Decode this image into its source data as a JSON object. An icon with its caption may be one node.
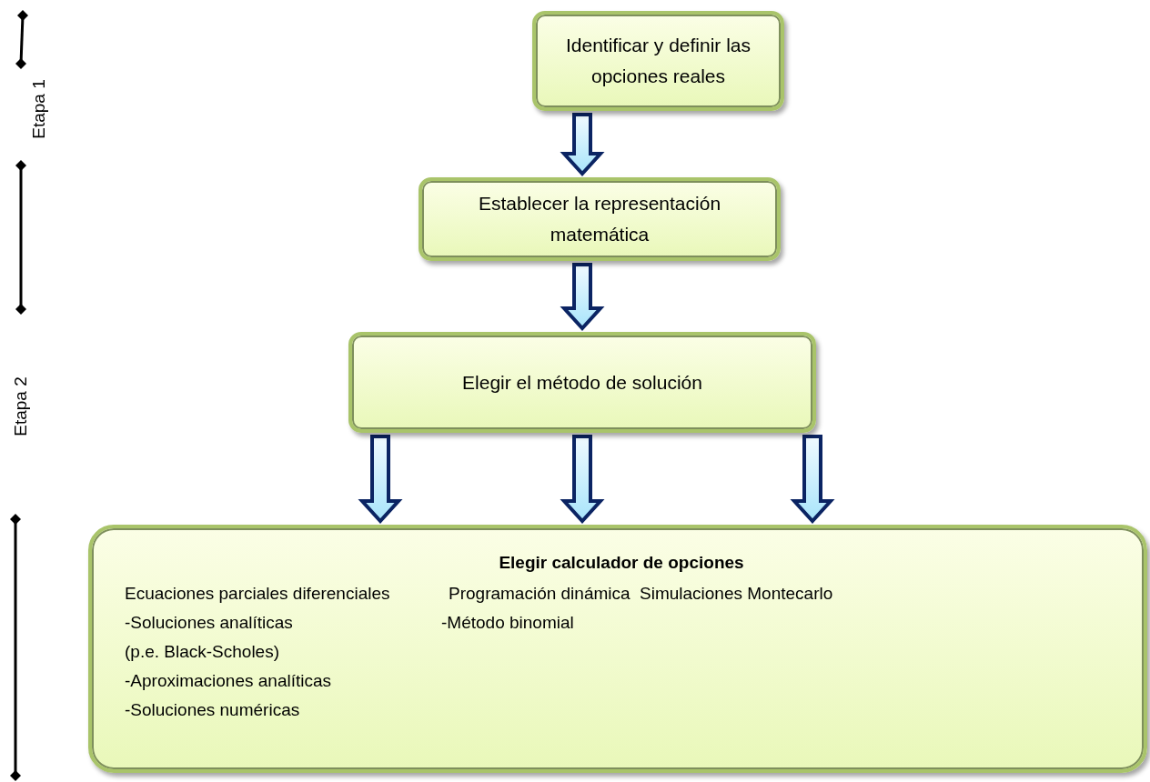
{
  "diagram": {
    "nodes": [
      {
        "text": [
          "Identificar y definir las opciones reales"
        ]
      },
      {
        "text": [
          "Establecer la representación matemática"
        ]
      },
      {
        "text": [
          "Elegir el método de solución"
        ]
      },
      {
        "text": [
          "Elegir calculador de opciones",
          "Ecuaciones parciales diferenciales",
          "Programación dinámica",
          "Simulaciones Montecarlo",
          "-Soluciones analíticas",
          "-Método binomial",
          "(p.e. Black-Scholes)",
          "-Aproximaciones analíticas",
          "-Soluciones numéricas"
        ]
      }
    ],
    "edges": [
      {
        "from": 0,
        "to": 1,
        "arrow": "to"
      },
      {
        "from": 1,
        "to": 2,
        "arrow": "to"
      },
      {
        "from": 2,
        "to": 3,
        "arrow": "to"
      },
      {
        "from": 2,
        "to": 3,
        "arrow": "to"
      },
      {
        "from": 2,
        "to": 3,
        "arrow": "to"
      }
    ],
    "labels": [
      "Etapa 1",
      "Etapa 2"
    ]
  }
}
